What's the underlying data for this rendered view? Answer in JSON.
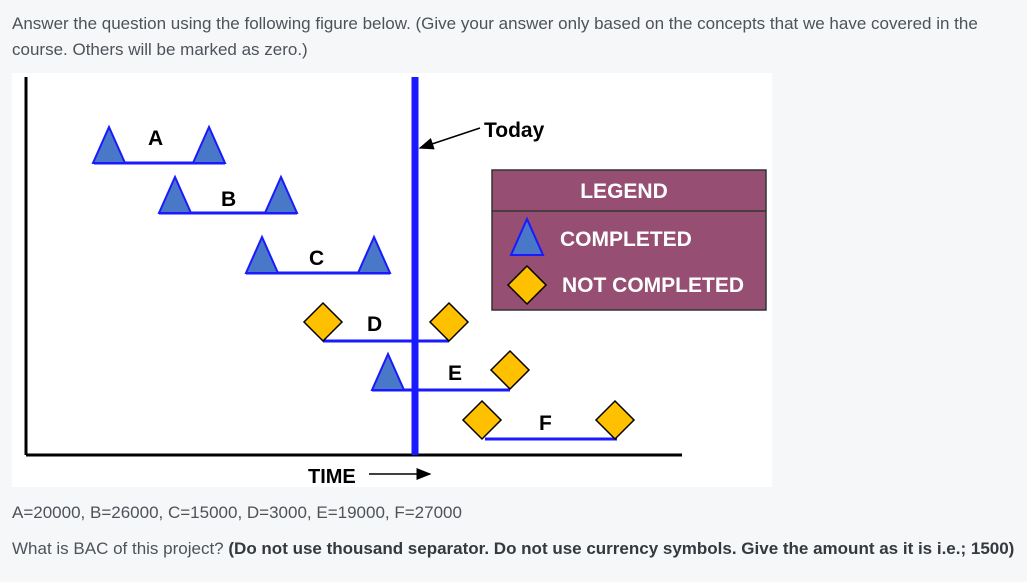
{
  "instruction": "Answer the question using the following figure below. (Give your answer only based on the concepts that we have covered in the course. Others will be marked as zero.)",
  "figure": {
    "today_label": "Today",
    "time_label": "TIME",
    "legend": {
      "title": "LEGEND",
      "completed": "COMPLETED",
      "not_completed": "NOT COMPLETED"
    },
    "colors": {
      "line": "#1a1aff",
      "triangle": "#4a78c8",
      "diamond": "#ffc000",
      "legend_bg": "#964f72"
    },
    "tasks": [
      {
        "id": "A",
        "label": "A",
        "start": "completed",
        "end": "completed"
      },
      {
        "id": "B",
        "label": "B",
        "start": "completed",
        "end": "completed"
      },
      {
        "id": "C",
        "label": "C",
        "start": "completed",
        "end": "completed"
      },
      {
        "id": "D",
        "label": "D",
        "start": "not_completed",
        "end": "not_completed"
      },
      {
        "id": "E",
        "label": "E",
        "start": "completed",
        "end": "not_completed"
      },
      {
        "id": "F",
        "label": "F",
        "start": "not_completed",
        "end": "not_completed"
      }
    ]
  },
  "values_text": "A=20000, B=26000, C=15000, D=3000, E=19000, F=27000",
  "question": {
    "prefix": "What is BAC of this project? ",
    "bold": "(Do not use thousand separator. Do not use currency symbols. Give the amount as it is i.e.; 1500)"
  }
}
